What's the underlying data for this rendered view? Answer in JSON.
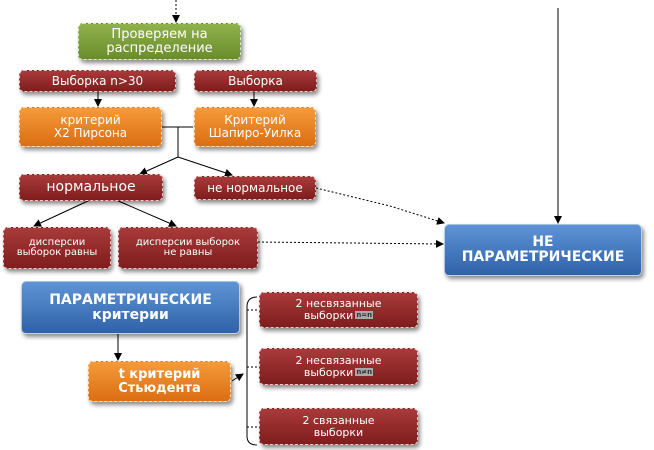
{
  "nodes": {
    "check_distribution": "Проверяем на\nраспределение",
    "sample_gt30": "Выборка n>30",
    "sample": "Выборка",
    "pearson": "критерий\nХ2 Пирсона",
    "shapiro": "Критерий\nШапиро-Уилка",
    "normal": "нормальное",
    "not_normal": "не нормальное",
    "var_equal": "дисперсии\nвыборок равны",
    "var_not_equal": "дисперсии выборок\nне равны",
    "nonparametric": "НЕ\nПАРАМЕТРИЧЕСКИЕ",
    "parametric": "ПАРАМЕТРИЧЕСКИЕ\nкритерии",
    "student": "t критерий\nСтьюдента",
    "indep_equal_line1": "2 несвязанные",
    "indep_equal_line2": "выборки",
    "indep_equal_tag": "n=n",
    "indep_unequal_line1": "2 несвязанные",
    "indep_unequal_line2": "выборки",
    "indep_unequal_tag": "n≠n",
    "dependent": "2 связанные\nвыборки"
  },
  "colors": {
    "green": "#7a9d3a",
    "red": "#8f2a2a",
    "orange": "#e8801f",
    "blue": "#3b73bd",
    "line": "#000000"
  }
}
